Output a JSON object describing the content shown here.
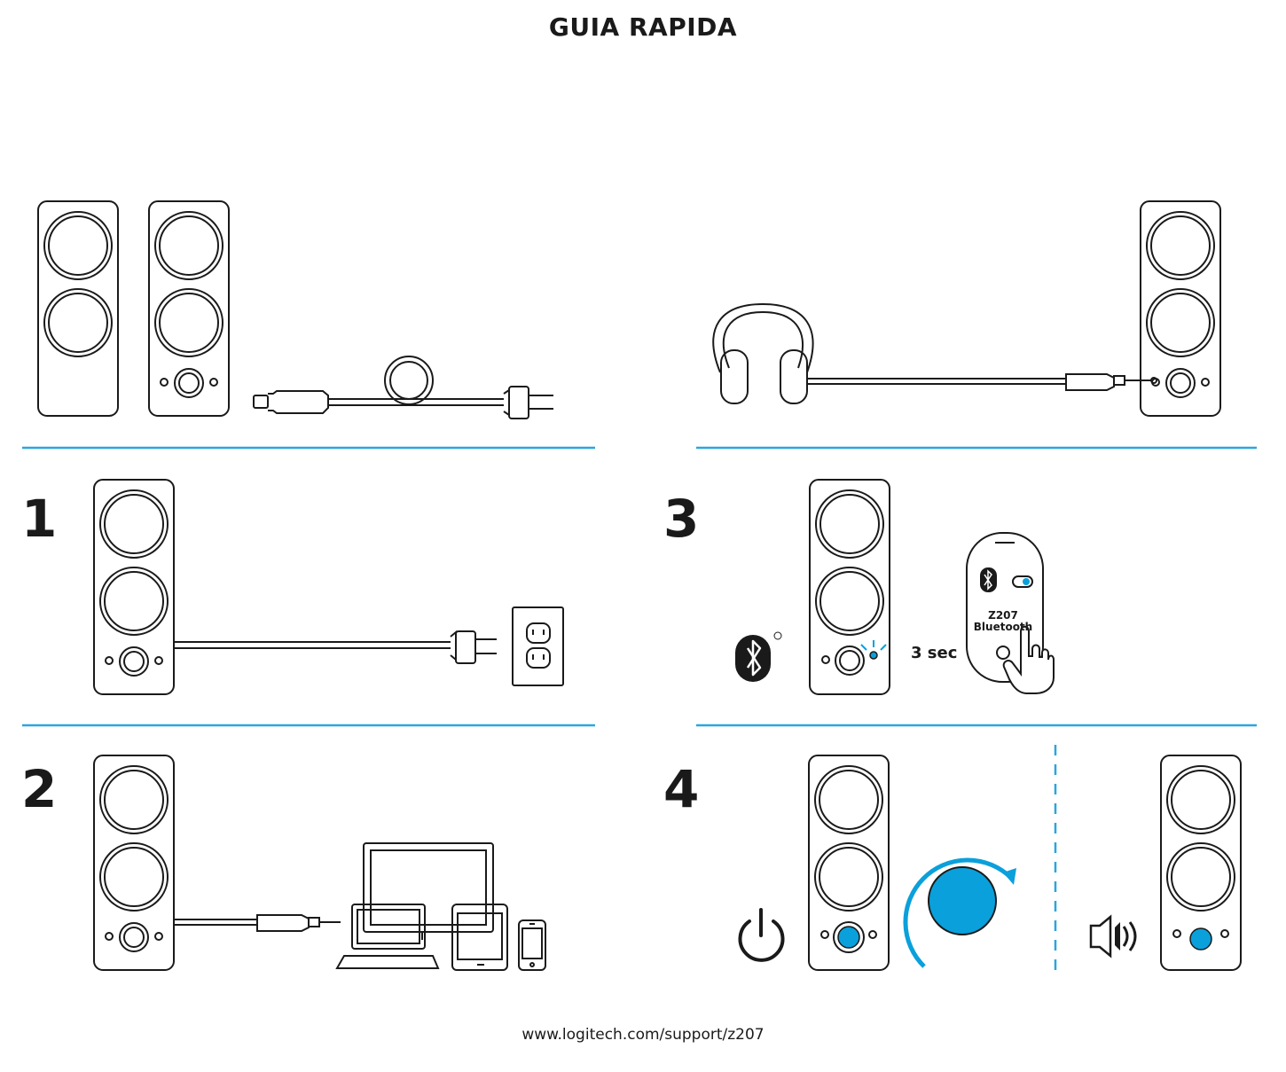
{
  "title": "GUIA RAPIDA",
  "steps": [
    "1",
    "2",
    "3",
    "4"
  ],
  "bluetooth_card": {
    "model": "Z207",
    "label": "Bluetooth"
  },
  "hold_duration": "3 sec",
  "footer_url": "www.logitech.com/support/z207",
  "colors": {
    "accent": "#0aa0db",
    "line": "#1a1a1a",
    "divider": "#2aa6dd"
  },
  "icons": [
    "bluetooth-icon",
    "power-icon",
    "speaker-volume-icon",
    "registered-mark",
    "hand-pointer-icon"
  ]
}
